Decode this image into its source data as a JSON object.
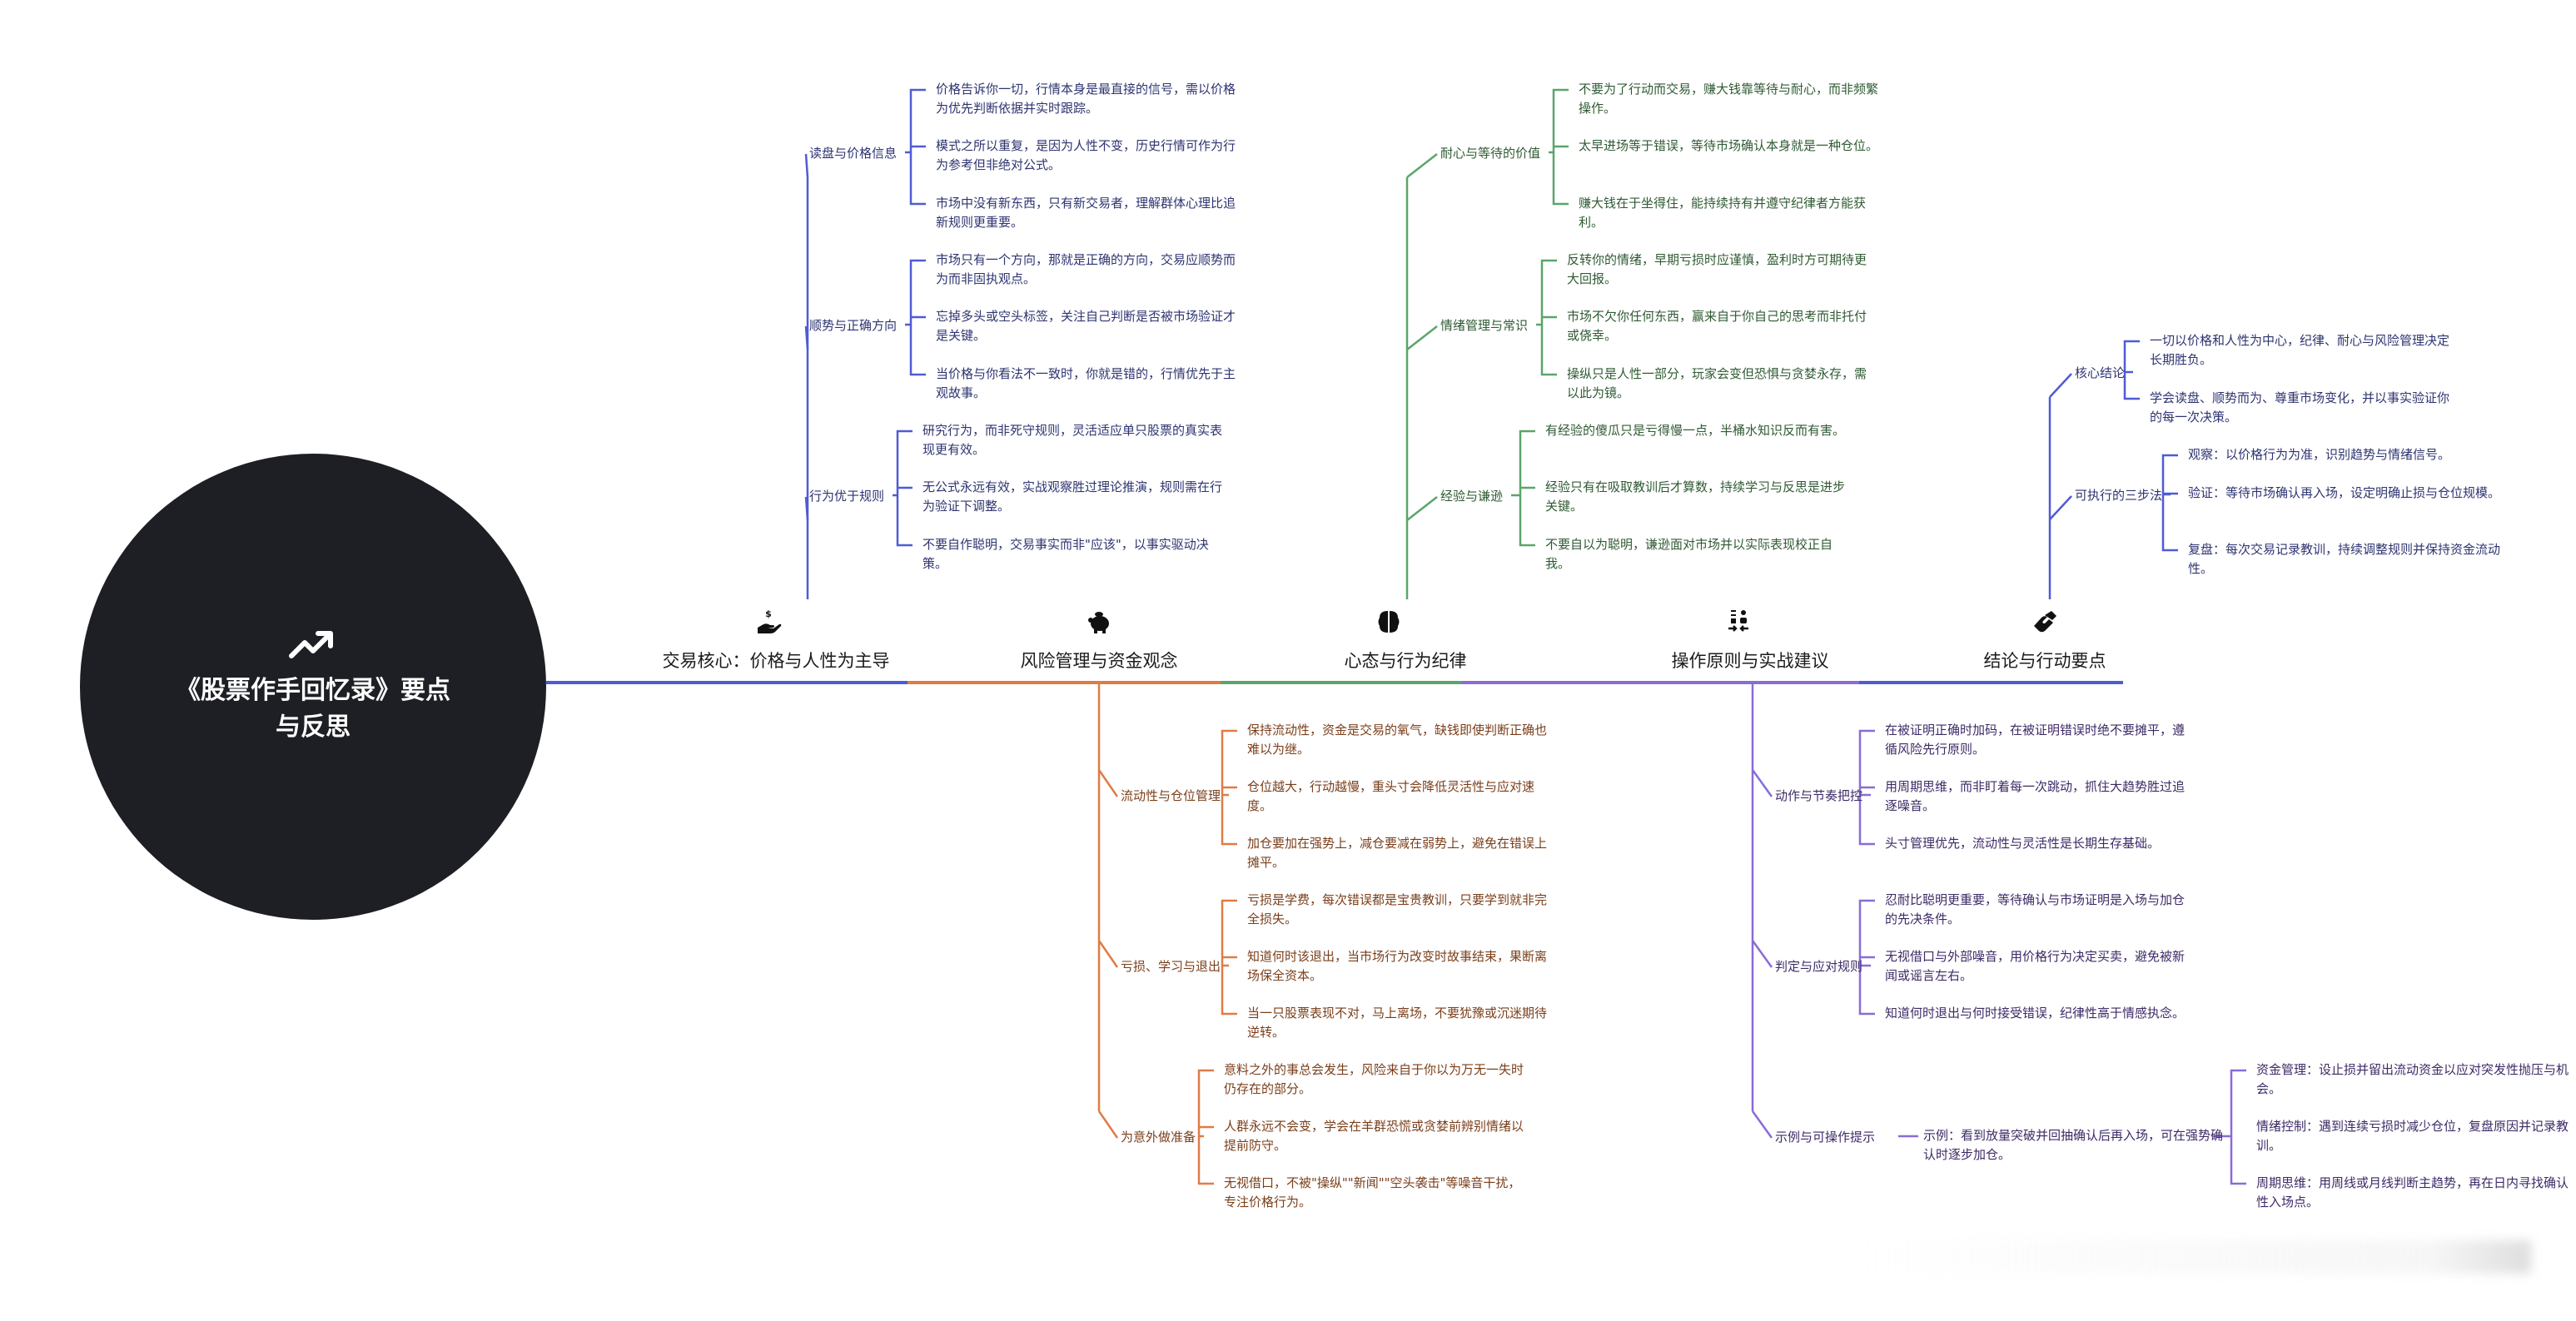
{
  "root": {
    "title": "《股票作手回忆录》要点与反思",
    "icon": "trending-up-icon"
  },
  "colors": {
    "blue": "#4f5bd5",
    "orange": "#e07b45",
    "green": "#5ba56a",
    "purple": "#8a6bd8",
    "root_bg": "#1e1f24"
  },
  "branches": [
    {
      "id": "core",
      "title": "交易核心：价格与人性为主导",
      "icon": "hand-holding-dollar-icon",
      "color": "blue",
      "direction": "up",
      "subs": [
        {
          "label": "读盘与价格信息",
          "leaves": [
            "价格告诉你一切，行情本身是最直接的信号，需以价格为优先判断依据并实时跟踪。",
            "模式之所以重复，是因为人性不变，历史行情可作为行为参考但非绝对公式。",
            "市场中没有新东西，只有新交易者，理解群体心理比追新规则更重要。"
          ]
        },
        {
          "label": "顺势与正确方向",
          "leaves": [
            "市场只有一个方向，那就是正确的方向，交易应顺势而为而非固执观点。",
            "忘掉多头或空头标签，关注自己判断是否被市场验证才是关键。",
            "当价格与你看法不一致时，你就是错的，行情优先于主观故事。"
          ]
        },
        {
          "label": "行为优于规则",
          "leaves": [
            "研究行为，而非死守规则，灵活适应单只股票的真实表现更有效。",
            "无公式永远有效，实战观察胜过理论推演，规则需在行为验证下调整。",
            "不要自作聪明，交易事实而非\"应该\"，以事实驱动决策。"
          ]
        }
      ]
    },
    {
      "id": "risk",
      "title": "风险管理与资金观念",
      "icon": "piggy-bank-icon",
      "color": "orange",
      "direction": "down",
      "subs": [
        {
          "label": "流动性与仓位管理",
          "leaves": [
            "保持流动性，资金是交易的氧气，缺钱即使判断正确也难以为继。",
            "仓位越大，行动越慢，重头寸会降低灵活性与应对速度。",
            "加仓要加在强势上，减仓要减在弱势上，避免在错误上摊平。"
          ]
        },
        {
          "label": "亏损、学习与退出",
          "leaves": [
            "亏损是学费，每次错误都是宝贵教训，只要学到就非完全损失。",
            "知道何时该退出，当市场行为改变时故事结束，果断离场保全资本。",
            "当一只股票表现不对，马上离场，不要犹豫或沉迷期待逆转。"
          ]
        },
        {
          "label": "为意外做准备",
          "leaves": [
            "意料之外的事总会发生，风险来自于你以为万无一失时仍存在的部分。",
            "人群永远不会变，学会在羊群恐慌或贪婪前辨别情绪以提前防守。",
            "无视借口，不被\"操纵\"\"新闻\"\"空头袭击\"等噪音干扰，专注价格行为。"
          ]
        }
      ]
    },
    {
      "id": "mind",
      "title": "心态与行为纪律",
      "icon": "brain-icon",
      "color": "green",
      "direction": "up",
      "subs": [
        {
          "label": "耐心与等待的价值",
          "leaves": [
            "不要为了行动而交易，赚大钱靠等待与耐心，而非频繁操作。",
            "太早进场等于错误，等待市场确认本身就是一种仓位。",
            "赚大钱在于坐得住，能持续持有并遵守纪律者方能获利。"
          ]
        },
        {
          "label": "情绪管理与常识",
          "leaves": [
            "反转你的情绪，早期亏损时应谨慎，盈利时方可期待更大回报。",
            "市场不欠你任何东西，赢来自于你自己的思考而非托付或侥幸。",
            "操纵只是人性一部分，玩家会变但恐惧与贪婪永存，需以此为镜。"
          ]
        },
        {
          "label": "经验与谦逊",
          "leaves": [
            "有经验的傻瓜只是亏得慢一点，半桶水知识反而有害。",
            "经验只有在吸取教训后才算数，持续学习与反思是进步关键。",
            "不要自以为聪明，谦逊面对市场并以实际表现校正自我。"
          ]
        }
      ]
    },
    {
      "id": "ops",
      "title": "操作原则与实战建议",
      "icon": "people-arrows-icon",
      "color": "purple",
      "direction": "down",
      "subs": [
        {
          "label": "动作与节奏把控",
          "leaves": [
            "在被证明正确时加码，在被证明错误时绝不要摊平，遵循风险先行原则。",
            "用周期思维，而非盯着每一次跳动，抓住大趋势胜过追逐噪音。",
            "头寸管理优先，流动性与灵活性是长期生存基础。"
          ]
        },
        {
          "label": "判定与应对规则",
          "leaves": [
            "忍耐比聪明更重要，等待确认与市场证明是入场与加仓的先决条件。",
            "无视借口与外部噪音，用价格行为决定买卖，避免被新闻或谣言左右。",
            "知道何时退出与何时接受错误，纪律性高于情感执念。"
          ]
        },
        {
          "label": "示例与可操作提示",
          "example": "示例：看到放量突破并回抽确认后再入场，可在强势确认时逐步加仓。",
          "leaves": [
            "资金管理：设止损并留出流动资金以应对突发性抛压与机会。",
            "情绪控制：遇到连续亏损时减少仓位，复盘原因并记录教训。",
            "周期思维：用周线或月线判断主趋势，再在日内寻找确认性入场点。"
          ]
        }
      ]
    },
    {
      "id": "conclusion",
      "title": "结论与行动要点",
      "icon": "handshake-icon",
      "color": "blue",
      "direction": "up",
      "subs": [
        {
          "label": "核心结论",
          "leaves": [
            "一切以价格和人性为中心，纪律、耐心与风险管理决定长期胜负。",
            "学会读盘、顺势而为、尊重市场变化，并以事实验证你的每一次决策。"
          ]
        },
        {
          "label": "可执行的三步法",
          "leaves": [
            "观察：以价格行为为准，识别趋势与情绪信号。",
            "验证：等待市场确认再入场，设定明确止损与仓位规模。",
            "复盘：每次交易记录教训，持续调整规则并保持资金流动性。"
          ]
        }
      ]
    }
  ]
}
